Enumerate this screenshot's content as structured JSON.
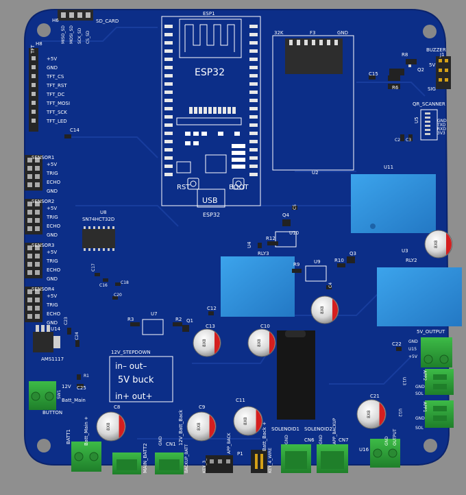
{
  "board": {
    "colors": {
      "background": "#8f8f8f",
      "pcb": "#0d2f8a",
      "silk": "#ffffff",
      "relay": "#2e8fd8",
      "terminal": "#2fa63a",
      "cap_red": "#d41f1f"
    },
    "esp32": {
      "title": "ESP32",
      "label": "ESP32",
      "rst": "RST",
      "boot": "BOOT",
      "usb": "USB",
      "ref": "ESP1"
    },
    "f3": {
      "ref": "F3",
      "left": "32K",
      "right": "GND",
      "u2": "U2"
    },
    "h6": {
      "ref": "H6",
      "sd": "SD_CARD",
      "pins": [
        "MISO_SD",
        "MOSI_SD",
        "SCK_SD",
        "CS_SD"
      ]
    },
    "h8": {
      "ref": "H8",
      "tft": "TFT",
      "pins": [
        "+5V",
        "GND",
        "TFT_CS",
        "TFT_RST",
        "TFT_DC",
        "TFT_MOSI",
        "TFT_SCK",
        "TFT_LED"
      ]
    },
    "sensors": [
      {
        "title": "SENSOR1",
        "pins": [
          "+5V",
          "TRIG",
          "ECHO",
          "GND"
        ]
      },
      {
        "title": "SENSOR2",
        "pins": [
          "+5V",
          "TRIG",
          "ECHO",
          "GND"
        ]
      },
      {
        "title": "SENSOR3",
        "pins": [
          "+5V",
          "TRIG",
          "ECHO",
          "GND"
        ]
      },
      {
        "title": "SENSOR4",
        "pins": [
          "+5V",
          "TRIG",
          "ECHO",
          "GND"
        ]
      }
    ],
    "u8": {
      "ref": "U8",
      "part": "SN74HCT32D"
    },
    "buzzer": {
      "title": "BUZZER",
      "ref": "J1",
      "pins": [
        "5V",
        "SIG"
      ]
    },
    "qr": {
      "title": "QR_SCANNER",
      "ref": "U5",
      "pins": [
        "GND",
        "TXD",
        "RXD",
        "3V3"
      ]
    },
    "stepdown": {
      "title": "12V_STEPDOWN",
      "in_out_top": "in– out–",
      "name": "5V buck",
      "in_out_bottom": "in+ out+"
    },
    "refs": {
      "u14": "U14",
      "ams": "AMS1117",
      "u11": "U11",
      "u3": "U3",
      "u9": "U9",
      "u7": "U7",
      "u10": "U10",
      "u4": "U4",
      "u12": "U12",
      "u13": "U13",
      "u15": "U15",
      "u16": "U16",
      "q1": "Q1",
      "q2": "Q2",
      "q3": "Q3",
      "q4": "Q4",
      "r1": "R1",
      "r2": "R2",
      "r3": "R3",
      "r6": "R6",
      "r8": "R8",
      "r9": "R9",
      "r10": "R10",
      "r12": "R12",
      "rly2": "RLY2",
      "rly3": "RLY3",
      "c2": "C2",
      "c3": "C3",
      "c4": "C4",
      "c5": "C5",
      "c8": "C8",
      "c9": "C9",
      "c10": "C10",
      "c11": "C11",
      "c12": "C12",
      "c13": "C13",
      "c14": "C14",
      "c15": "C15",
      "c16": "C16",
      "c17": "C17",
      "c18": "C18",
      "c20": "C20",
      "c21": "C21",
      "c22": "C22",
      "c23": "C23",
      "c24": "C24",
      "c25": "C25",
      "cap_text": "8X8"
    },
    "output5v": {
      "title": "5V_OUTPUT",
      "pins": [
        "GND",
        "+5V"
      ]
    },
    "app2": {
      "title": "APP2",
      "pins": [
        "GND",
        "SOL"
      ]
    },
    "app1": {
      "title": "APP1",
      "pins": [
        "GND",
        "SOL"
      ]
    },
    "bottom": {
      "batt1": "BATT1",
      "batt_main": "Batt_Main +",
      "main_batt2": "MAIN_BATT2",
      "backup": "12V_Batt_Back",
      "backup_batt": "BACKUP_BATT",
      "cn1": "CN1",
      "key_3": "KEY_3_",
      "app_back": "APP_BACK",
      "batt_back": "Batt_Back +",
      "key_4": "KEY_4_WIRE",
      "sol1": "SOLENOID1",
      "sol2": "SOLENOID2",
      "cn6": "CN6",
      "cn7": "CN7",
      "app_back2": "APP_BACKUP",
      "p1": "P1",
      "output": "OUTPUT",
      "gnd": "GND",
      "button": "BUTTON",
      "v12": "12V",
      "batt_main2": "Batt_Main",
      "sw1": "SW1"
    }
  }
}
